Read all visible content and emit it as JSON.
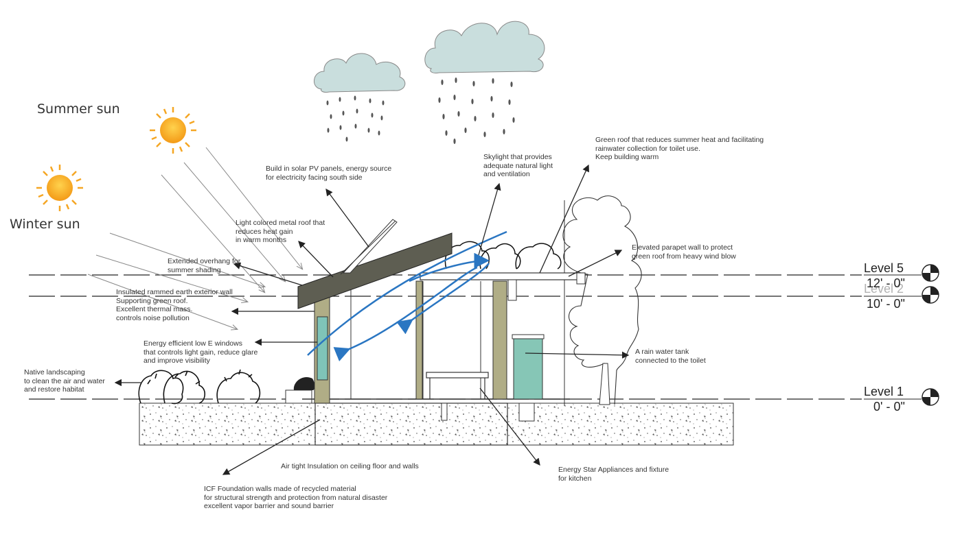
{
  "sun_labels": {
    "summer": "Summer sun",
    "winter": "Winter sun"
  },
  "annotations": {
    "solar_pv": "Build in solar PV panels, energy source\nfor electricity facing south side",
    "skylight": "Skylight that provides\nadequate natural light\nand ventilation",
    "green_roof": "Green roof that reduces summer heat and facilitating\nrainwater collection for toilet use.\nKeep building warm",
    "metal_roof": "Light colored metal roof that\nreduces heat gain\nin warm months",
    "overhang": "Extended overhang for\nsummer shading",
    "rammed_earth": "Insulated rammed earth exterior wall\nSupporting green roof.\nExcellent thermal mass.\ncontrols noise pollution",
    "parapet": "Elevated parapet wall to protect\ngreen roof from heavy wind blow",
    "low_e_windows": "Energy efficient low E windows\nthat controls light gain, reduce glare\nand improve visibility",
    "rain_tank": "A rain water tank\nconnected to the toilet",
    "landscaping": "Native landscaping\nto clean the air and water\nand restore habitat",
    "insulation": "Air tight Insulation on ceiling floor and walls",
    "energy_star": "Energy Star Appliances and fixture\nfor kitchen",
    "icf": "ICF Foundation walls made of recycled material\nfor structural strength and protection from natural disaster\nexcellent vapor barrier and sound barrier"
  },
  "levels": [
    {
      "name": "Level 5",
      "elevation": "12' - 0\""
    },
    {
      "name": "Level 2",
      "elevation": "10' - 0\""
    },
    {
      "name": "Level 1",
      "elevation": "0' - 0\""
    }
  ],
  "icons": [
    "sun-icon",
    "rain-cloud-icon",
    "level-marker-icon",
    "tree-icon",
    "shrub-icon"
  ],
  "colors": {
    "sun": "#f5a623",
    "cloud": "#c9dedd",
    "airflow": "#2a76c2",
    "wall": "#b0ad86",
    "roof": "#5e5e52",
    "glass": "#7fc4b8",
    "tank": "#86c6b6"
  }
}
